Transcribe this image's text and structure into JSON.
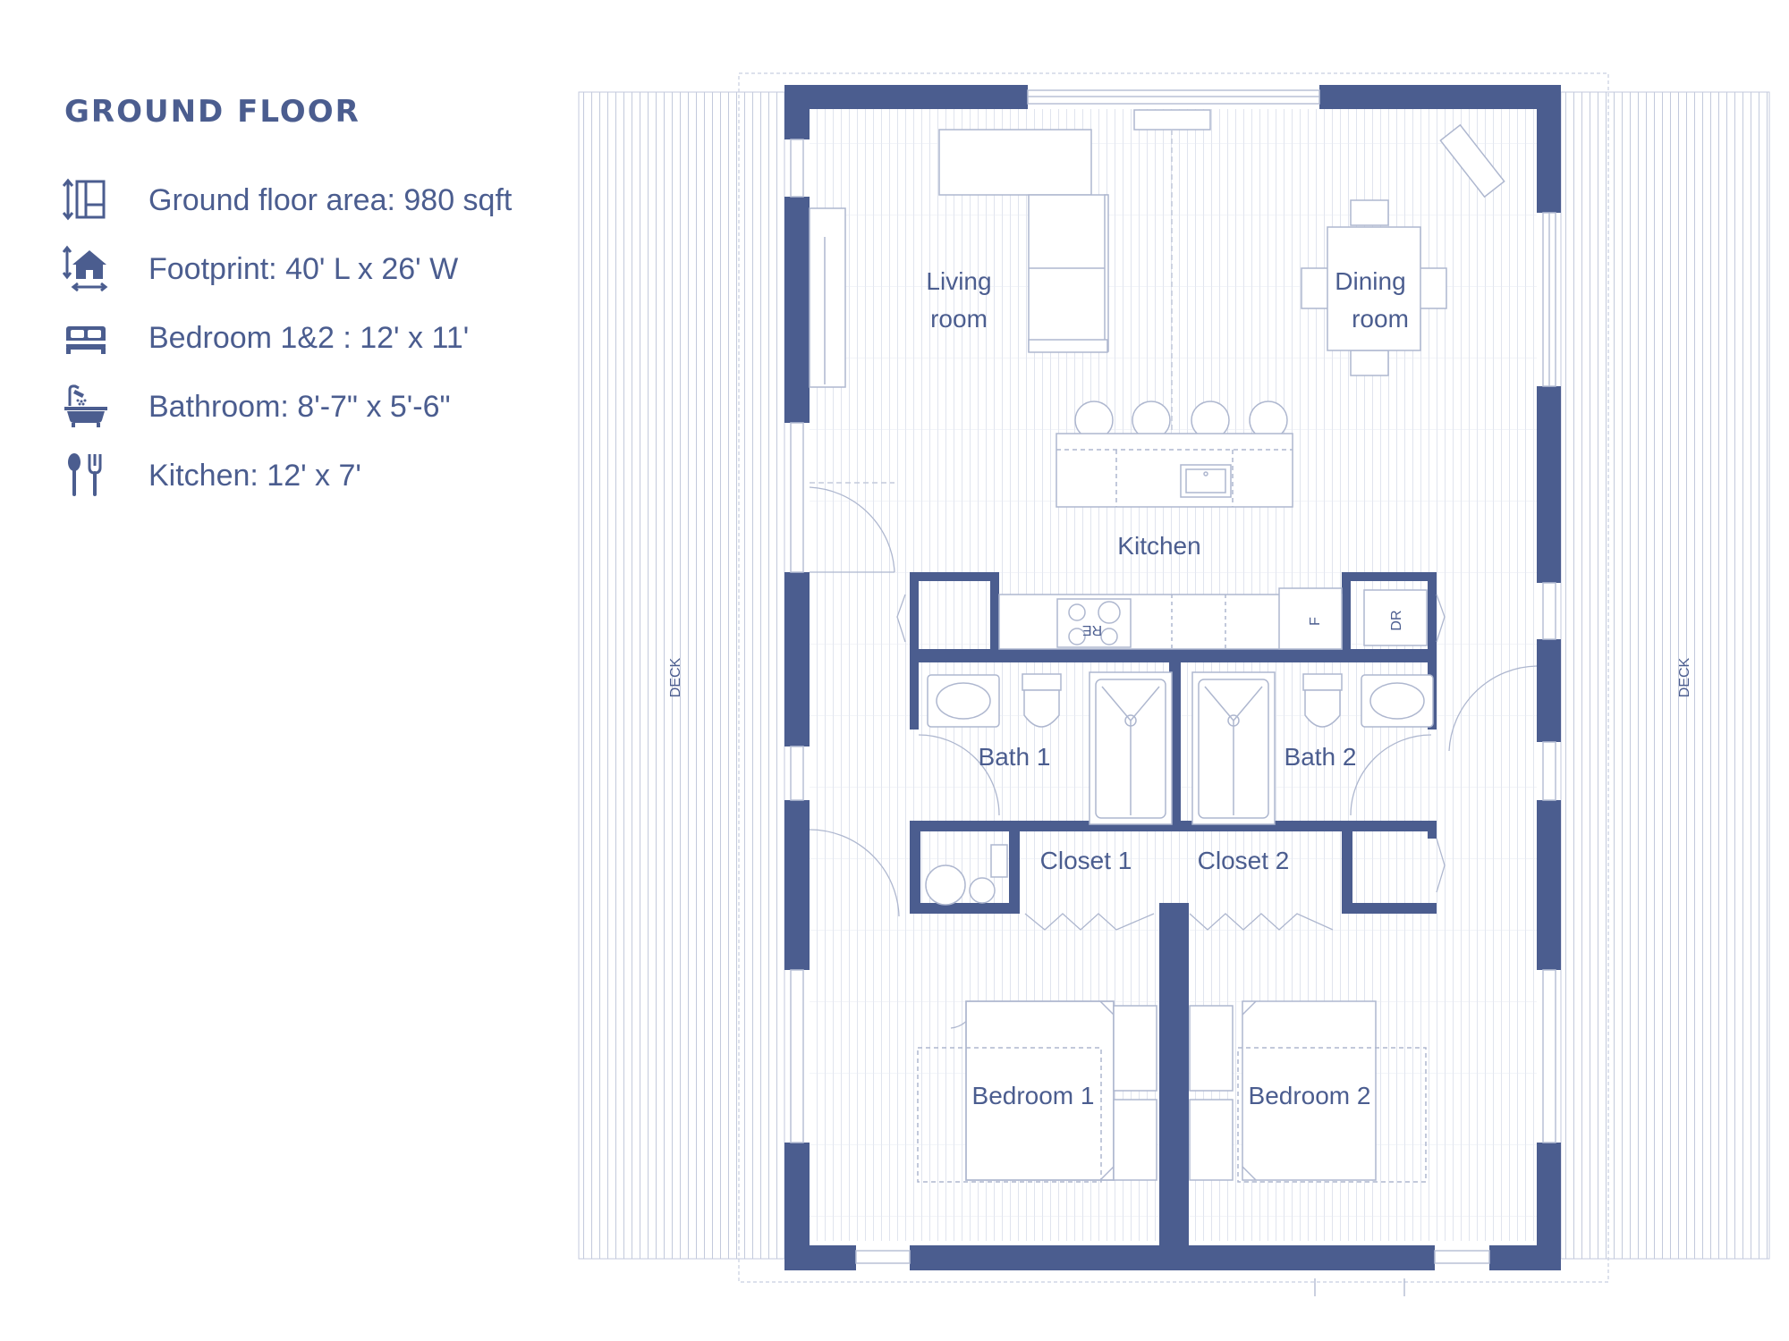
{
  "title": "GROUND FLOOR",
  "specs": [
    {
      "icon": "area-icon",
      "text": "Ground floor area: 980 sqft"
    },
    {
      "icon": "house-dimensions-icon",
      "text": "Footprint: 40' L x 26' W"
    },
    {
      "icon": "bed-icon",
      "text": "Bedroom 1&2 : 12' x 11'"
    },
    {
      "icon": "bathtub-icon",
      "text": "Bathroom: 8'-7\" x 5'-6\""
    },
    {
      "icon": "cutlery-icon",
      "text": "Kitchen: 12' x 7'"
    }
  ],
  "plan": {
    "rooms": {
      "living_1": "Living",
      "living_2": "room",
      "dining_1": "Dining",
      "dining_2": "room",
      "kitchen": "Kitchen",
      "bath1": "Bath 1",
      "bath2": "Bath 2",
      "closet1": "Closet 1",
      "closet2": "Closet 2",
      "bedroom1": "Bedroom 1",
      "bedroom2": "Bedroom 2"
    },
    "deck_left": "DECK",
    "deck_right": "DECK",
    "fixtures": {
      "dr": "DR",
      "re": "RE",
      "f": "F"
    }
  },
  "colors": {
    "accent": "#4b5d8f",
    "line": "#b8c0d6",
    "wall": "#4b5d8f",
    "background": "#ffffff"
  }
}
